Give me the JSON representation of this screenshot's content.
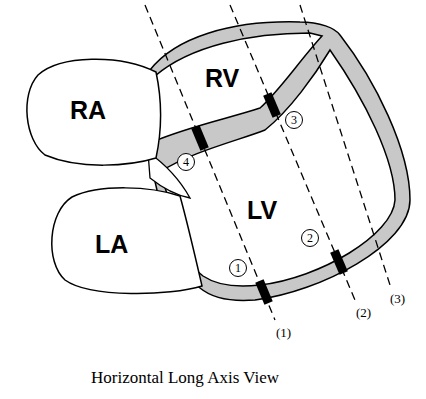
{
  "diagram": {
    "caption": "Horizontal Long Axis View",
    "nodes": [
      {
        "text": [
          "RV"
        ]
      },
      {
        "text": [
          "RA"
        ]
      },
      {
        "text": [
          "3"
        ]
      },
      {
        "text": [
          "4"
        ]
      },
      {
        "text": [
          "LV"
        ]
      },
      {
        "text": [
          "2"
        ]
      },
      {
        "text": [
          "1"
        ]
      },
      {
        "text": [
          "LA"
        ]
      }
    ],
    "labels": [
      "(1)",
      "(2)",
      "(3)"
    ]
  }
}
